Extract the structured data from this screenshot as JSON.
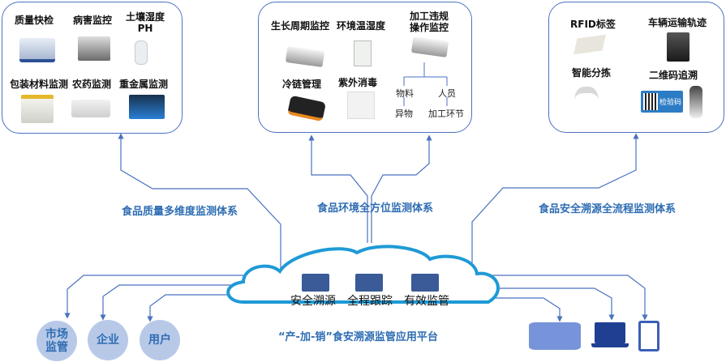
{
  "panels": {
    "quality": {
      "items": [
        "质量快检",
        "病害监控",
        "土壤湿度\nPH",
        "包装材料监测",
        "农药监测",
        "重金属监测"
      ]
    },
    "environment": {
      "items": [
        "生长周期监控",
        "环境温湿度",
        "加工违规\n操作监控",
        "冷链管理",
        "紫外消毒"
      ],
      "tree": {
        "left_top": "物料",
        "right_top": "人员",
        "left_bottom": "异物",
        "right_bottom": "加工环节"
      }
    },
    "trace": {
      "items": [
        "RFID标签",
        "车辆运输轨迹",
        "智能分拣",
        "二维码追溯"
      ],
      "qr_label": "检验码"
    }
  },
  "systems": {
    "quality": "食品质量多维度监测体系",
    "environment": "食品环境全方位监测体系",
    "trace": "食品安全溯源全流程监测体系"
  },
  "cloud": {
    "features": [
      {
        "icon": "cloud-upload-icon",
        "label": "安全溯源"
      },
      {
        "icon": "refresh-icon",
        "label": "全程跟踪"
      },
      {
        "icon": "monitor-cycle-icon",
        "label": "有效监管"
      }
    ]
  },
  "platform_title": "“产-加-销”食安溯源监管应用平台",
  "users": [
    "市场\n监管",
    "企业",
    "用户"
  ],
  "devices": [
    "dashboard-screen",
    "laptop",
    "tablet"
  ],
  "colors": {
    "line": "#4a72c0",
    "cloud": "#1e9ad6",
    "text_blue": "#2e6db3",
    "circle": "#b8c9e8"
  }
}
